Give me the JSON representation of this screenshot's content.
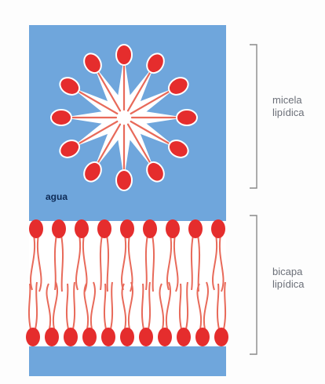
{
  "labels": {
    "micelle_line1": "micela",
    "micelle_line2": "lipídica",
    "bilayer_line1": "bicapa",
    "bilayer_line2": "lipídica",
    "water": "agua"
  },
  "colors": {
    "water": "#6fa6dc",
    "head": "#e52d2d",
    "tail": "#e86a5a",
    "membrane_core": "#ffffff",
    "bracket": "#8a8a8a",
    "label_text": "#6b6f78",
    "water_text": "#0d2a55"
  },
  "micelle": {
    "lipid_count": 12
  },
  "bilayer": {
    "upper_heads": 9,
    "lower_heads": 11
  }
}
